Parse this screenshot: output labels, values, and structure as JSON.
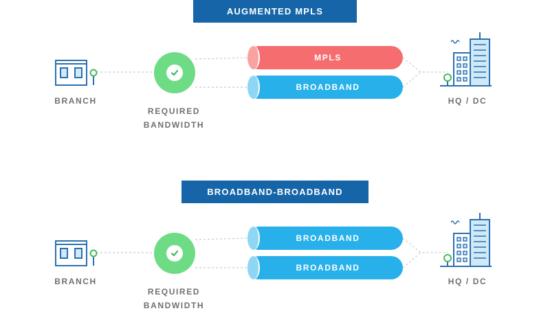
{
  "diagrams": [
    {
      "title": "AUGMENTED MPLS",
      "branch_label": "BRANCH",
      "bandwidth_label_line1": "REQUIRED",
      "bandwidth_label_line2": "BANDWIDTH",
      "hq_label": "HQ / DC",
      "links": [
        {
          "label": "MPLS",
          "color": "#f56d6e"
        },
        {
          "label": "BROADBAND",
          "color": "#27b0ea"
        }
      ]
    },
    {
      "title": "BROADBAND-BROADBAND",
      "branch_label": "BRANCH",
      "bandwidth_label_line1": "REQUIRED",
      "bandwidth_label_line2": "BANDWIDTH",
      "hq_label": "HQ / DC",
      "links": [
        {
          "label": "BROADBAND",
          "color": "#27b0ea"
        },
        {
          "label": "BROADBAND",
          "color": "#27b0ea"
        }
      ]
    }
  ],
  "colors": {
    "title_bar": "#1565a8",
    "check_circle": "#6edc85",
    "label_text": "#6e7075",
    "icon_stroke": "#2a6fb0",
    "icon_fill": "#cfe9f7",
    "tree": "#45b85d"
  },
  "icons": {
    "branch": "branch-building-icon",
    "bandwidth": "checkmark-icon",
    "hq": "hq-datacenter-icon"
  }
}
